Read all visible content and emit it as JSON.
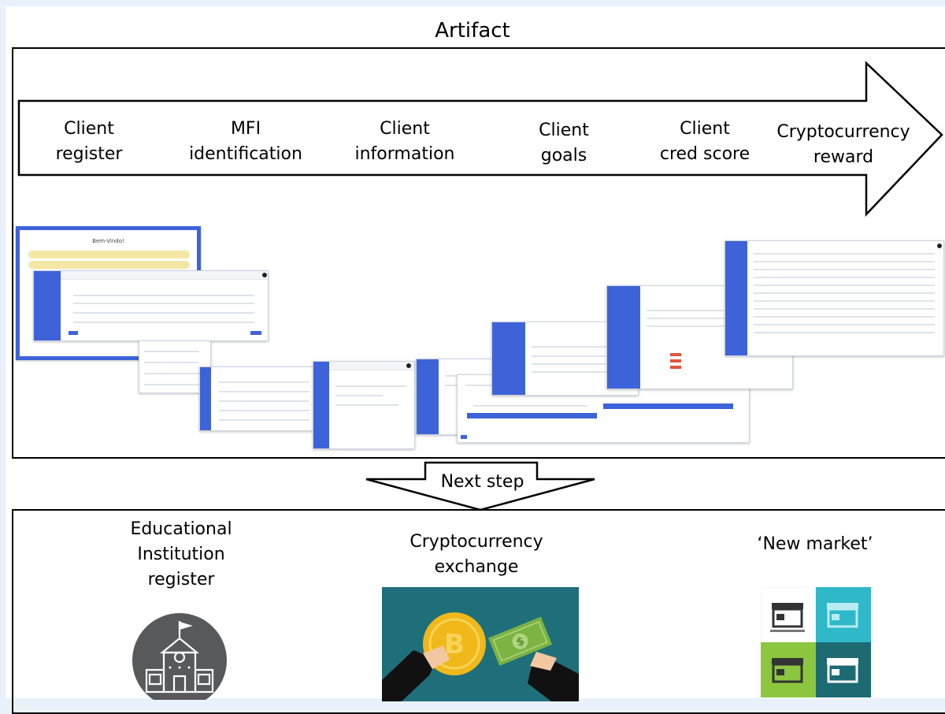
{
  "title": "Artifact",
  "steps": [
    {
      "line1": "Client",
      "line2": "register"
    },
    {
      "line1": "MFI",
      "line2": "identification"
    },
    {
      "line1": "Client",
      "line2": "information"
    },
    {
      "line1": "Client",
      "line2": "goals"
    },
    {
      "line1": "Client",
      "line2": "cred score"
    },
    {
      "line1": "Cryptocurrency",
      "line2": "reward"
    }
  ],
  "next_step": "Next step",
  "next": [
    {
      "line1": "Educational",
      "line2": "Institution",
      "line3": "register",
      "icon": "school-icon"
    },
    {
      "line1": "Cryptocurrency",
      "line2": "exchange",
      "icon": "bitcoin-cash-exchange-icon"
    },
    {
      "line1": "‘New market’",
      "icon": "storefront-icon"
    }
  ],
  "screenshot_text": {
    "login_title": "Bem-Vindo!"
  },
  "colors": {
    "accent_blue": "#3e63d8",
    "icon_gray": "#58595b",
    "teal": "#1f6f7a",
    "gold": "#f1b81a",
    "green": "#8cc63f"
  }
}
